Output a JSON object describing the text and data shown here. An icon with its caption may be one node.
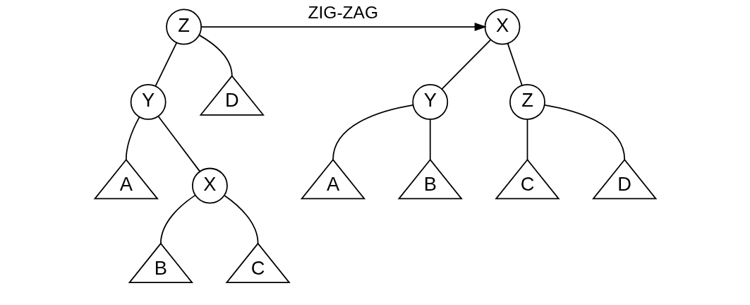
{
  "diagram": {
    "nodes": [
      {
        "text": [
          "Z"
        ]
      },
      {
        "text": [
          "Y"
        ]
      },
      {
        "text": [
          "D"
        ]
      },
      {
        "text": [
          "A"
        ]
      },
      {
        "text": [
          "X"
        ]
      },
      {
        "text": [
          "B"
        ]
      },
      {
        "text": [
          "C"
        ]
      },
      {
        "text": [
          "X"
        ]
      },
      {
        "text": [
          "Y"
        ]
      },
      {
        "text": [
          "Z"
        ]
      },
      {
        "text": [
          "A"
        ]
      },
      {
        "text": [
          "B"
        ]
      },
      {
        "text": [
          "C"
        ]
      },
      {
        "text": [
          "D"
        ]
      }
    ],
    "edges": [
      {
        "from": 0,
        "to": 1,
        "arrow": "none"
      },
      {
        "from": 0,
        "to": 2,
        "arrow": "none"
      },
      {
        "from": 1,
        "to": 3,
        "arrow": "none"
      },
      {
        "from": 1,
        "to": 4,
        "arrow": "none"
      },
      {
        "from": 4,
        "to": 5,
        "arrow": "none"
      },
      {
        "from": 4,
        "to": 6,
        "arrow": "none"
      },
      {
        "from": 0,
        "to": 7,
        "arrow": "to",
        "label": "ZIG-ZAG"
      },
      {
        "from": 7,
        "to": 8,
        "arrow": "none"
      },
      {
        "from": 7,
        "to": 9,
        "arrow": "none"
      },
      {
        "from": 8,
        "to": 10,
        "arrow": "none"
      },
      {
        "from": 8,
        "to": 11,
        "arrow": "none"
      },
      {
        "from": 9,
        "to": 12,
        "arrow": "none"
      },
      {
        "from": 9,
        "to": 13,
        "arrow": "none"
      }
    ]
  }
}
